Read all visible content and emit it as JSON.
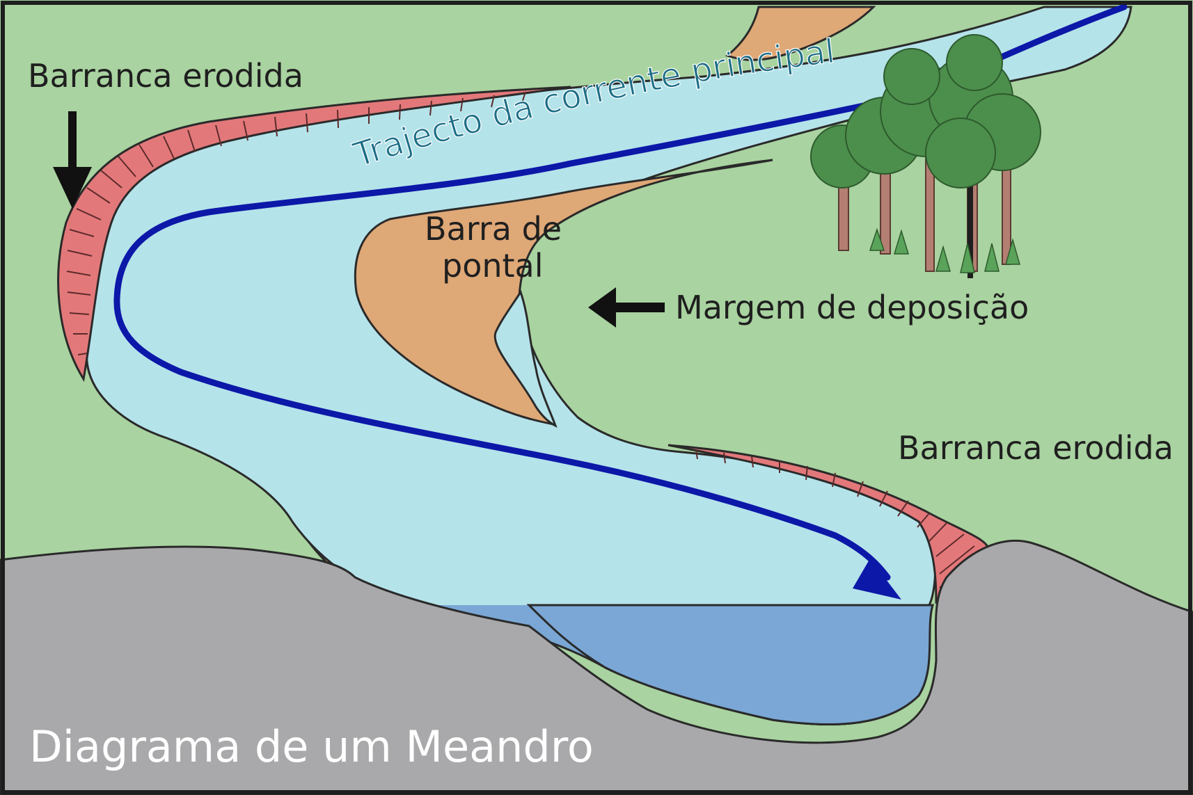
{
  "diagram": {
    "title": "Diagrama de um Meandro",
    "labels": {
      "erosion_bank_left": "Barranca erodida",
      "erosion_bank_right": "Barranca erodida",
      "main_current": "Trajecto da corrente principal",
      "point_bar_line1": "Barra de",
      "point_bar_line2": "pontal",
      "deposition_bank": "Margem de deposição"
    },
    "colors": {
      "land": "#a9d3a0",
      "water": "#b5e3ea",
      "deep_water": "#7aa7d5",
      "sediment": "#dfa877",
      "eroded_bank": "#e3787a",
      "rock": "#a9a9ab",
      "current": "#0c18a8",
      "outline": "#2a2a2a",
      "tree_foliage": "#4c8f4c",
      "tree_trunk": "#b47f72",
      "text_dark": "#1f1f1f",
      "text_light": "#ffffff",
      "curve_text": "#1d6e86"
    }
  }
}
